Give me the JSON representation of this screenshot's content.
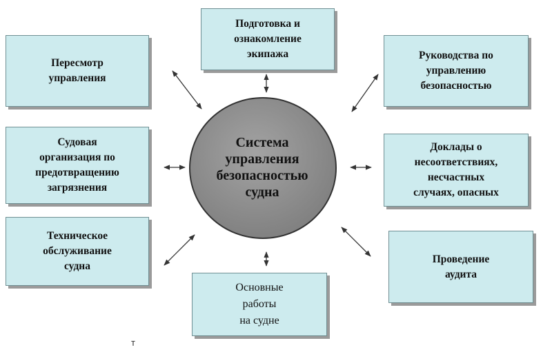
{
  "diagram": {
    "center": "Система\nуправления\nбезопасностью\nсудна",
    "nodes": {
      "crew_training": "Подготовка и\nознакомление\nэкипажа",
      "management_review": "Пересмотр\nуправления",
      "safety_guides": "Руководства по\nуправлению\nбезопасностью",
      "pollution_prevention": "Судовая\nорганизация по\nпредотвращению\nзагрязнения",
      "nonconformity_reports": "Доклады о\nнесоответствиях,\nнесчастных\nслучаях, опасных",
      "maintenance": "Техническое\nобслуживание\nсудна",
      "audit": "Проведение\nаудита",
      "main_works": "Основные\nработы\nна судне"
    },
    "stray_mark": "т"
  },
  "colors": {
    "box_fill": "#cdebee",
    "box_border": "#6f8f93",
    "circle_fill": "#8e8e8e",
    "circle_border": "#333333",
    "arrow": "#333333"
  }
}
